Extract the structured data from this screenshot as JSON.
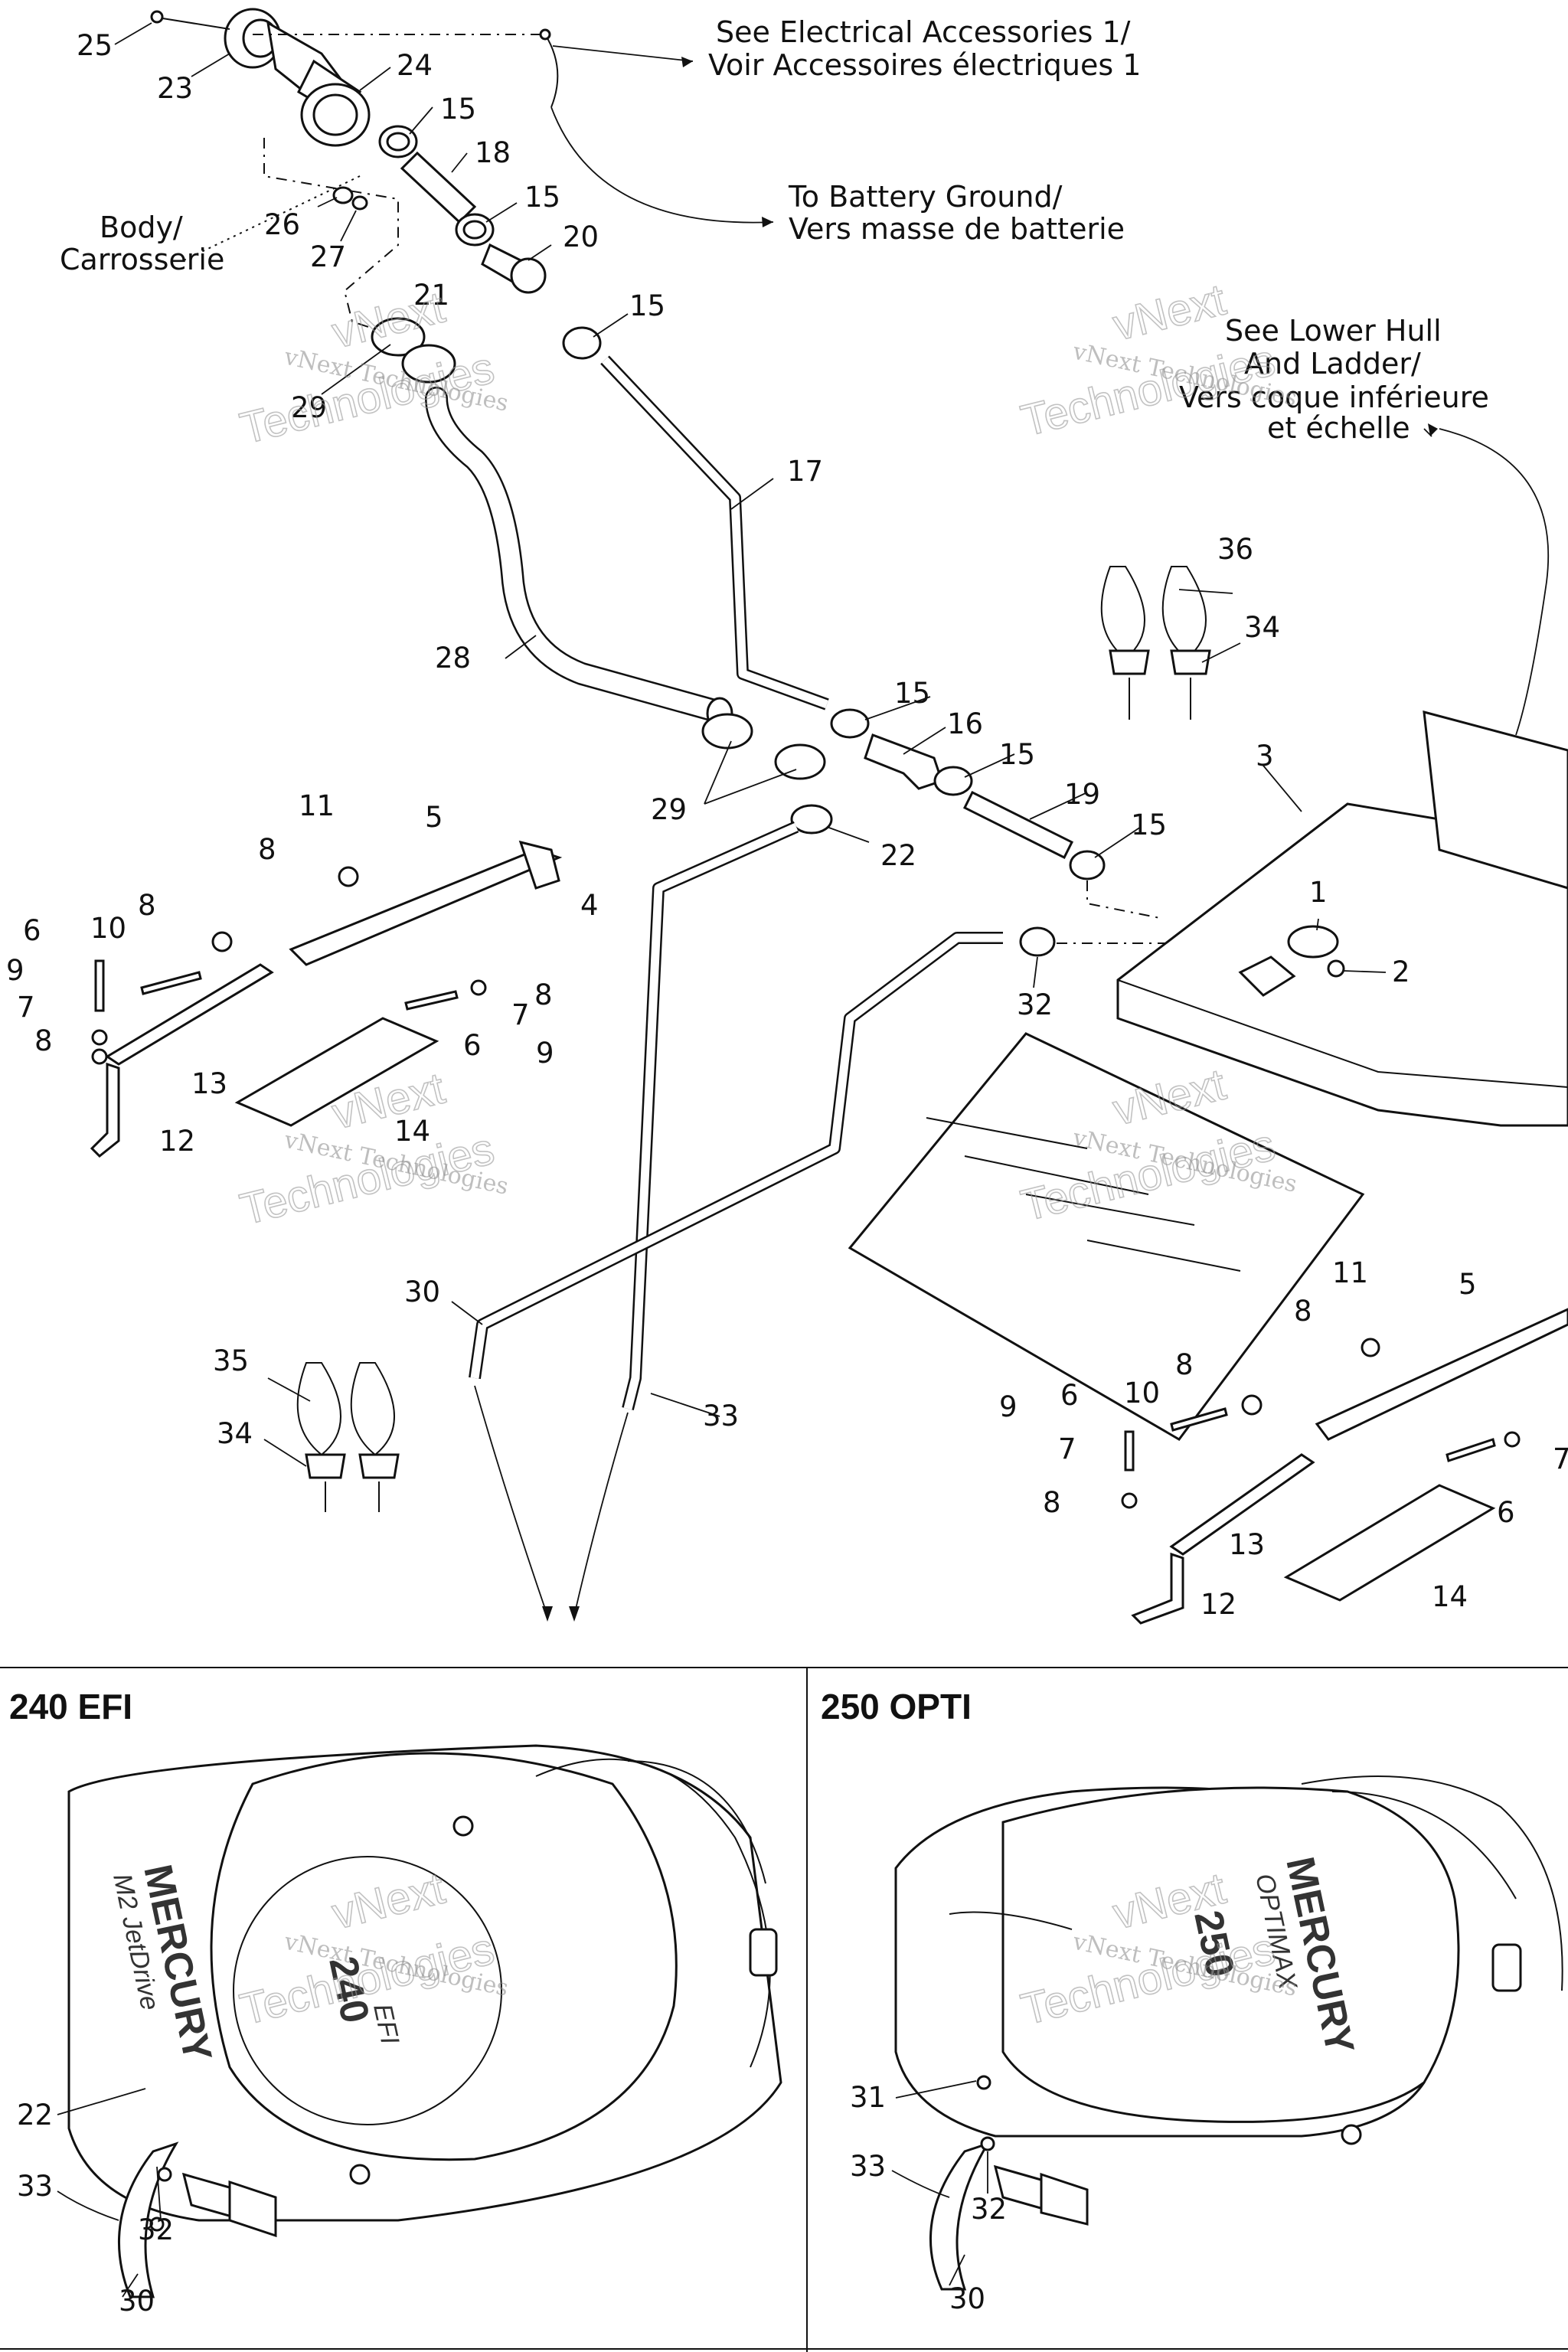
{
  "labels": {
    "p1": "1",
    "p2": "2",
    "p3": "3",
    "p4": "4",
    "p5a": "5",
    "p5b": "5",
    "p6a": "6",
    "p6b": "6",
    "p6c": "6",
    "p6d": "6",
    "p7a": "7",
    "p7b": "7",
    "p7c": "7",
    "p7d": "7",
    "p8a": "8",
    "p8b": "8",
    "p8c": "8",
    "p8d": "8",
    "p8e": "8",
    "p8f": "8",
    "p8g": "8",
    "p9a": "9",
    "p9b": "9",
    "p9c": "9",
    "p10a": "10",
    "p10b": "10",
    "p11a": "11",
    "p11b": "11",
    "p12a": "12",
    "p12b": "12",
    "p13a": "13",
    "p13b": "13",
    "p14a": "14",
    "p14b": "14",
    "p15a": "15",
    "p15b": "15",
    "p15c": "15",
    "p15d": "15",
    "p15e": "15",
    "p15f": "15",
    "p16": "16",
    "p17": "17",
    "p18": "18",
    "p19": "19",
    "p20": "20",
    "p21": "21",
    "p22a": "22",
    "p22b": "22",
    "p23": "23",
    "p24": "24",
    "p25": "25",
    "p26": "26",
    "p27": "27",
    "p28": "28",
    "p29a": "29",
    "p29b": "29",
    "p30a": "30",
    "p30b": "30",
    "p30c": "30",
    "p31": "31",
    "p32a": "32",
    "p32b": "32",
    "p32c": "32",
    "p33a": "33",
    "p33b": "33",
    "p33c": "33",
    "p34a": "34",
    "p34b": "34",
    "p35": "35",
    "p36": "36"
  },
  "notes": {
    "electrical_1": "See Electrical Accessories 1/",
    "electrical_2": "Voir Accessoires électriques 1",
    "battery_1": "To Battery Ground/",
    "battery_2": "Vers masse de batterie",
    "body_1": "Body/",
    "body_2": "Carrosserie",
    "hull_1": "See Lower Hull",
    "hull_2": "And Ladder/",
    "hull_3": "Vers coque inférieure",
    "hull_4": "et échelle"
  },
  "panels": {
    "left_title": "240 EFI",
    "right_title": "250 OPTI"
  },
  "engine_branding": {
    "left_brand": "MERCURY",
    "left_sub": "M2 JetDrive",
    "left_num": "240",
    "left_suffix": "EFI",
    "right_brand": "MERCURY",
    "right_sub": "OPTIMAX",
    "right_num": "250"
  },
  "watermark": {
    "line1": "vNext",
    "line2": "Technologies",
    "small": "vNext Technologies"
  },
  "colors": {
    "ink": "#111111",
    "paper": "#ffffff",
    "watermark": "#8a8a8a"
  }
}
